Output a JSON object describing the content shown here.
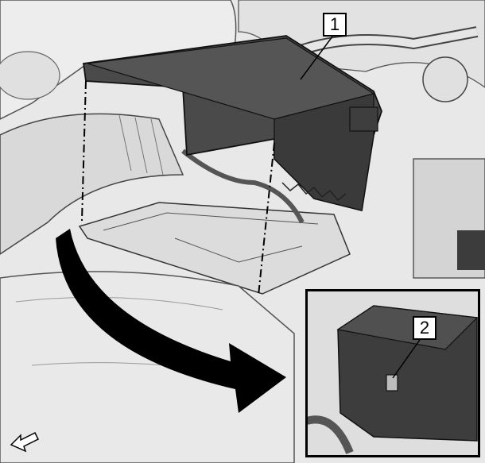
{
  "figure": {
    "callouts": [
      {
        "id": "1",
        "label": "1"
      },
      {
        "id": "2",
        "label": "2"
      }
    ],
    "icons": {
      "front_indicator": "front-arrow-icon",
      "motion_arrow": "curved-arrow-icon"
    },
    "colors": {
      "background": "#ffffff",
      "engine_surface": "#e6e6e6",
      "cover": "#4a4a4a",
      "cover_dark": "#333333",
      "line": "#000000"
    }
  }
}
